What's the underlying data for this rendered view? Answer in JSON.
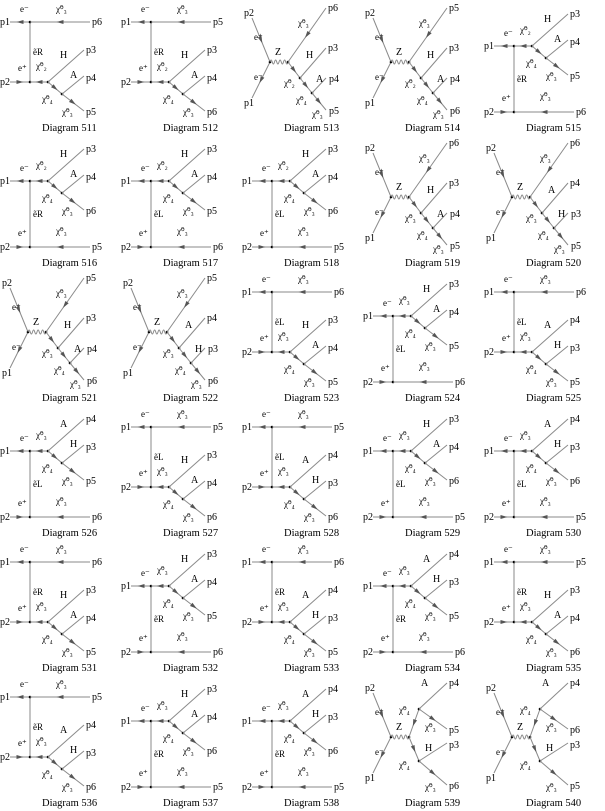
{
  "common": {
    "p1": "p1",
    "p2": "p2",
    "e_minus": "e⁻",
    "e_plus": "e⁺",
    "z": "Z"
  },
  "diagrams": [
    {
      "label": "Diagram 511",
      "type": "tdown",
      "prop": "ẽR",
      "spec": [
        "χ̃⁰₃",
        "p6"
      ],
      "chain": [
        "χ̃⁰₂",
        "H",
        "p3",
        "χ̃⁰₄",
        "A",
        "p4",
        "χ̃⁰₃",
        "p5"
      ]
    },
    {
      "label": "Diagram 512",
      "type": "tdown",
      "prop": "ẽR",
      "spec": [
        "χ̃⁰₃",
        "p5"
      ],
      "chain": [
        "χ̃⁰₂",
        "H",
        "p3",
        "χ̃⁰₄",
        "A",
        "p4",
        "χ̃⁰₃",
        "p6"
      ]
    },
    {
      "label": "Diagram 513",
      "type": "s",
      "spec": [
        "χ̃⁰₃",
        "p6"
      ],
      "chain": [
        "χ̃⁰₂",
        "H",
        "p3",
        "χ̃⁰₄",
        "A",
        "p4",
        "χ̃⁰₃",
        "p5"
      ]
    },
    {
      "label": "Diagram 514",
      "type": "s",
      "spec": [
        "χ̃⁰₃",
        "p5"
      ],
      "chain": [
        "χ̃⁰₂",
        "H",
        "p3",
        "χ̃⁰₄",
        "A",
        "p4",
        "χ̃⁰₃",
        "p6"
      ]
    },
    {
      "label": "Diagram 515",
      "type": "tup",
      "prop": "ẽR",
      "spec": [
        "χ̃⁰₃",
        "p6"
      ],
      "chain": [
        "χ̃⁰₂",
        "H",
        "p3",
        "χ̃⁰₄",
        "A",
        "p4",
        "χ̃⁰₃",
        "p5"
      ]
    },
    {
      "label": "Diagram 516",
      "type": "tup",
      "prop": "ẽR",
      "spec": [
        "χ̃⁰₃",
        "p5"
      ],
      "chain": [
        "χ̃⁰₂",
        "H",
        "p3",
        "χ̃⁰₄",
        "A",
        "p4",
        "χ̃⁰₃",
        "p6"
      ]
    },
    {
      "label": "Diagram 517",
      "type": "tup",
      "prop": "ẽL",
      "spec": [
        "χ̃⁰₃",
        "p6"
      ],
      "chain": [
        "χ̃⁰₂",
        "H",
        "p3",
        "χ̃⁰₄",
        "A",
        "p4",
        "χ̃⁰₃",
        "p5"
      ]
    },
    {
      "label": "Diagram 518",
      "type": "tup",
      "prop": "ẽL",
      "spec": [
        "χ̃⁰₃",
        "p5"
      ],
      "chain": [
        "χ̃⁰₂",
        "H",
        "p3",
        "χ̃⁰₄",
        "A",
        "p4",
        "χ̃⁰₃",
        "p6"
      ]
    },
    {
      "label": "Diagram 519",
      "type": "s",
      "spec": [
        "χ̃⁰₃",
        "p6"
      ],
      "chain": [
        "χ̃⁰₃",
        "H",
        "p3",
        "χ̃⁰₄",
        "A",
        "p4",
        "χ̃⁰₃",
        "p5"
      ]
    },
    {
      "label": "Diagram 520",
      "type": "s",
      "spec": [
        "χ̃⁰₃",
        "p6"
      ],
      "chain": [
        "χ̃⁰₃",
        "A",
        "p4",
        "χ̃⁰₄",
        "H",
        "p3",
        "χ̃⁰₃",
        "p5"
      ]
    },
    {
      "label": "Diagram 521",
      "type": "s",
      "spec": [
        "χ̃⁰₃",
        "p5"
      ],
      "chain": [
        "χ̃⁰₃",
        "H",
        "p3",
        "χ̃⁰₄",
        "A",
        "p4",
        "χ̃⁰₃",
        "p6"
      ]
    },
    {
      "label": "Diagram 522",
      "type": "s",
      "spec": [
        "χ̃⁰₃",
        "p5"
      ],
      "chain": [
        "χ̃⁰₃",
        "A",
        "p4",
        "χ̃⁰₄",
        "H",
        "p3",
        "χ̃⁰₃",
        "p6"
      ]
    },
    {
      "label": "Diagram 523",
      "type": "tdown",
      "prop": "ẽL",
      "spec": [
        "χ̃⁰₃",
        "p6"
      ],
      "chain": [
        "χ̃⁰₃",
        "H",
        "p3",
        "χ̃⁰₄",
        "A",
        "p4",
        "χ̃⁰₃",
        "p5"
      ]
    },
    {
      "label": "Diagram 524",
      "type": "tup",
      "prop": "ẽL",
      "spec": [
        "χ̃⁰₃",
        "p6"
      ],
      "chain": [
        "χ̃⁰₃",
        "H",
        "p3",
        "χ̃⁰₄",
        "A",
        "p4",
        "χ̃⁰₃",
        "p5"
      ]
    },
    {
      "label": "Diagram 525",
      "type": "tdown",
      "prop": "ẽL",
      "spec": [
        "χ̃⁰₃",
        "p6"
      ],
      "chain": [
        "χ̃⁰₃",
        "A",
        "p4",
        "χ̃⁰₄",
        "H",
        "p3",
        "χ̃⁰₃",
        "p5"
      ]
    },
    {
      "label": "Diagram 526",
      "type": "tup",
      "prop": "ẽL",
      "spec": [
        "χ̃⁰₃",
        "p6"
      ],
      "chain": [
        "χ̃⁰₃",
        "A",
        "p4",
        "χ̃⁰₄",
        "H",
        "p3",
        "χ̃⁰₃",
        "p5"
      ]
    },
    {
      "label": "Diagram 527",
      "type": "tdown",
      "prop": "ẽL",
      "spec": [
        "χ̃⁰₃",
        "p5"
      ],
      "chain": [
        "χ̃⁰₃",
        "H",
        "p3",
        "χ̃⁰₄",
        "A",
        "p4",
        "χ̃⁰₃",
        "p6"
      ]
    },
    {
      "label": "Diagram 528",
      "type": "tdown",
      "prop": "ẽL",
      "spec": [
        "χ̃⁰₃",
        "p5"
      ],
      "chain": [
        "χ̃⁰₃",
        "A",
        "p4",
        "χ̃⁰₄",
        "H",
        "p3",
        "χ̃⁰₃",
        "p6"
      ]
    },
    {
      "label": "Diagram 529",
      "type": "tup",
      "prop": "ẽL",
      "spec": [
        "χ̃⁰₃",
        "p5"
      ],
      "chain": [
        "χ̃⁰₃",
        "H",
        "p3",
        "χ̃⁰₄",
        "A",
        "p4",
        "χ̃⁰₃",
        "p6"
      ]
    },
    {
      "label": "Diagram 530",
      "type": "tup",
      "prop": "ẽL",
      "spec": [
        "χ̃⁰₃",
        "p5"
      ],
      "chain": [
        "χ̃⁰₃",
        "A",
        "p4",
        "χ̃⁰₄",
        "H",
        "p3",
        "χ̃⁰₃",
        "p6"
      ]
    },
    {
      "label": "Diagram 531",
      "type": "tdown",
      "prop": "ẽR",
      "spec": [
        "χ̃⁰₃",
        "p6"
      ],
      "chain": [
        "χ̃⁰₃",
        "H",
        "p3",
        "χ̃⁰₄",
        "A",
        "p4",
        "χ̃⁰₃",
        "p5"
      ]
    },
    {
      "label": "Diagram 532",
      "type": "tup",
      "prop": "ẽR",
      "spec": [
        "χ̃⁰₃",
        "p6"
      ],
      "chain": [
        "χ̃⁰₃",
        "H",
        "p3",
        "χ̃⁰₄",
        "A",
        "p4",
        "χ̃⁰₃",
        "p5"
      ]
    },
    {
      "label": "Diagram 533",
      "type": "tdown",
      "prop": "ẽR",
      "spec": [
        "χ̃⁰₃",
        "p6"
      ],
      "chain": [
        "χ̃⁰₃",
        "A",
        "p4",
        "χ̃⁰₄",
        "H",
        "p3",
        "χ̃⁰₃",
        "p5"
      ]
    },
    {
      "label": "Diagram 534",
      "type": "tup",
      "prop": "ẽR",
      "spec": [
        "χ̃⁰₃",
        "p6"
      ],
      "chain": [
        "χ̃⁰₃",
        "A",
        "p4",
        "χ̃⁰₄",
        "H",
        "p3",
        "χ̃⁰₃",
        "p5"
      ]
    },
    {
      "label": "Diagram 535",
      "type": "tdown",
      "prop": "ẽR",
      "spec": [
        "χ̃⁰₃",
        "p5"
      ],
      "chain": [
        "χ̃⁰₃",
        "H",
        "p3",
        "χ̃⁰₄",
        "A",
        "p4",
        "χ̃⁰₃",
        "p6"
      ]
    },
    {
      "label": "Diagram 536",
      "type": "tdown",
      "prop": "ẽR",
      "spec": [
        "χ̃⁰₃",
        "p5"
      ],
      "chain": [
        "χ̃⁰₃",
        "A",
        "p4",
        "χ̃⁰₄",
        "H",
        "p3",
        "χ̃⁰₃",
        "p6"
      ]
    },
    {
      "label": "Diagram 537",
      "type": "tup",
      "prop": "ẽR",
      "spec": [
        "χ̃⁰₃",
        "p5"
      ],
      "chain": [
        "χ̃⁰₃",
        "H",
        "p3",
        "χ̃⁰₄",
        "A",
        "p4",
        "χ̃⁰₃",
        "p6"
      ]
    },
    {
      "label": "Diagram 538",
      "type": "tup",
      "prop": "ẽR",
      "spec": [
        "χ̃⁰₃",
        "p5"
      ],
      "chain": [
        "χ̃⁰₃",
        "A",
        "p4",
        "χ̃⁰₄",
        "H",
        "p3",
        "χ̃⁰₃",
        "p6"
      ]
    },
    {
      "label": "Diagram 539",
      "type": "s2",
      "upper": [
        "χ̃⁰₄",
        "A",
        "p4",
        "χ̃⁰₃",
        "p5"
      ],
      "lower": [
        "χ̃⁰₄",
        "H",
        "p3",
        "χ̃⁰₃",
        "p6"
      ]
    },
    {
      "label": "Diagram 540",
      "type": "s2",
      "upper": [
        "χ̃⁰₄",
        "A",
        "p4",
        "χ̃⁰₃",
        "p6"
      ],
      "lower": [
        "χ̃⁰₄",
        "H",
        "p3",
        "χ̃⁰₃",
        "p5"
      ]
    }
  ]
}
